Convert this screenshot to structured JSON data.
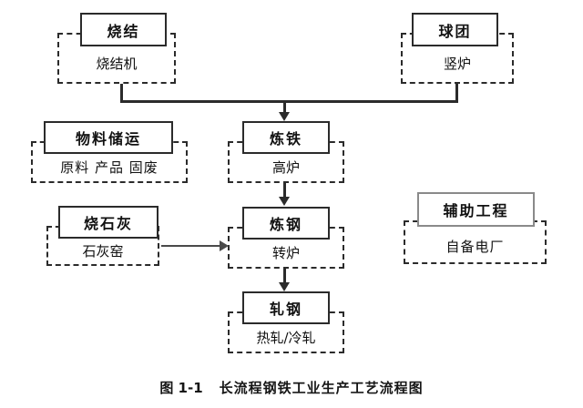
{
  "figure": {
    "caption_number": "图 1-1",
    "caption_text": "长流程钢铁工业生产工艺流程图",
    "caption_full": "图 1-1  长流程钢铁工业生产工艺流程图"
  },
  "colors": {
    "stroke": "#2b2b2b",
    "thin_stroke": "#8a8a8a",
    "arrow": "#4a4a4a",
    "text": "#111111",
    "background": "#ffffff"
  },
  "nodes": [
    {
      "id": "sintering",
      "title": "烧结",
      "subtitle": "烧结机",
      "column": "left-top"
    },
    {
      "id": "pelletizing",
      "title": "球团",
      "subtitle": "竖炉",
      "column": "right-top"
    },
    {
      "id": "material-storage",
      "title": "物料储运",
      "subtitle": "原料 产品 固废",
      "column": "left"
    },
    {
      "id": "ironmaking",
      "title": "炼铁",
      "subtitle": "高炉",
      "column": "center"
    },
    {
      "id": "lime-burning",
      "title": "烧石灰",
      "subtitle": "石灰窑",
      "column": "left"
    },
    {
      "id": "steelmaking",
      "title": "炼钢",
      "subtitle": "转炉",
      "column": "center"
    },
    {
      "id": "auxiliary",
      "title": "辅助工程",
      "subtitle": "自备电厂",
      "column": "right"
    },
    {
      "id": "rolling",
      "title": "轧钢",
      "subtitle": "热轧/冷轧",
      "column": "center"
    }
  ],
  "edges": [
    {
      "id": "sintering-to-bus",
      "from": "sintering",
      "to": "ironmaking",
      "arrow": false
    },
    {
      "id": "pelletizing-to-bus",
      "from": "pelletizing",
      "to": "ironmaking",
      "arrow": false
    },
    {
      "id": "bus-to-ironmaking",
      "from": "bus",
      "to": "ironmaking",
      "arrow": true
    },
    {
      "id": "ironmaking-to-steelmaking",
      "from": "ironmaking",
      "to": "steelmaking",
      "arrow": true
    },
    {
      "id": "lime-to-steelmaking",
      "from": "lime-burning",
      "to": "steelmaking",
      "arrow": true
    },
    {
      "id": "steelmaking-to-rolling",
      "from": "steelmaking",
      "to": "rolling",
      "arrow": true
    }
  ]
}
